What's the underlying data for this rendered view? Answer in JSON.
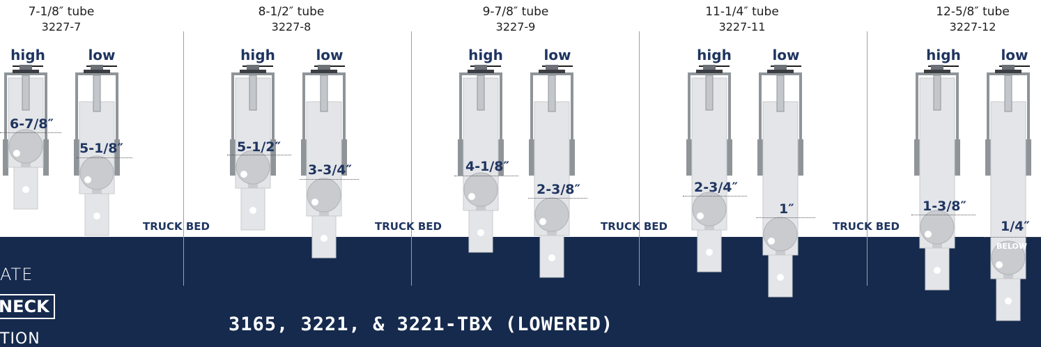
{
  "groups": [
    {
      "tube": "7-1/8″ tube",
      "part": "3227-7",
      "high_label": "high",
      "low_label": "low",
      "high_measure": "6-7/8″",
      "low_measure": "5-1/8″",
      "bed_label": "TRUCK BED"
    },
    {
      "tube": "8-1/2″ tube",
      "part": "3227-8",
      "high_label": "high",
      "low_label": "low",
      "high_measure": "5-1/2″",
      "low_measure": "3-3/4″",
      "bed_label": "TRUCK BED"
    },
    {
      "tube": "9-7/8″ tube",
      "part": "3227-9",
      "high_label": "high",
      "low_label": "low",
      "high_measure": "4-1/8″",
      "low_measure": "2-3/8″",
      "bed_label": "TRUCK BED"
    },
    {
      "tube": "11-1/4″ tube",
      "part": "3227-11",
      "high_label": "high",
      "low_label": "low",
      "high_measure": "2-3/4″",
      "low_measure": "1″",
      "bed_label": "TRUCK BED"
    },
    {
      "tube": "12-5/8″ tube",
      "part": "3227-12",
      "high_label": "high",
      "low_label": "low",
      "high_measure": "1-3/8″",
      "low_measure": "1/4″",
      "low_note": "BELOW"
    }
  ],
  "promo": {
    "line1": "ATE",
    "line2": "NECK",
    "line3": "TION"
  },
  "models_caption": "3165, 3221, & 3221-TBX (LOWERED)",
  "colors": {
    "bed": "#152a4d",
    "text_accent": "#1f3560",
    "tube_outline": "#8f9499",
    "part_fill": "#e4e5e8"
  }
}
